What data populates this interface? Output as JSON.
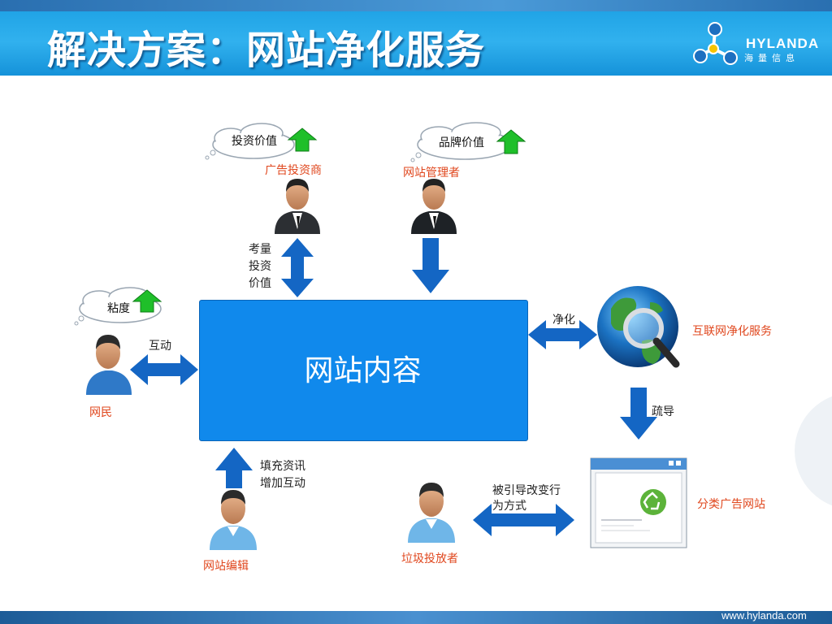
{
  "header": {
    "title": "解决方案：网站净化服务",
    "logo_text": "HYLANDA",
    "logo_sub": "海量信息"
  },
  "footer": {
    "url": "www.hylanda.com"
  },
  "center": {
    "label": "网站内容"
  },
  "clouds": {
    "investment": "投资价值",
    "brand": "品牌价值",
    "stickiness": "粘度"
  },
  "roles": {
    "advertiser": "广告投资商",
    "site_manager": "网站管理者",
    "netizen": "网民",
    "editor": "网站编辑",
    "spammer": "垃圾投放者",
    "purify_service": "互联网净化服务",
    "classified_site": "分类广告网站"
  },
  "labels": {
    "consider_1": "考量",
    "consider_2": "投资",
    "consider_3": "价值",
    "interact": "互动",
    "purify": "净化",
    "guide": "疏导",
    "fill_1": "填充资讯",
    "fill_2": "增加互动",
    "guided_1": "被引导改变行",
    "guided_2": "为方式"
  },
  "colors": {
    "accent": "#1089ec",
    "arrow": "#1466c4",
    "up_arrow": "#1fbf2a",
    "role_text": "#e0481f"
  }
}
